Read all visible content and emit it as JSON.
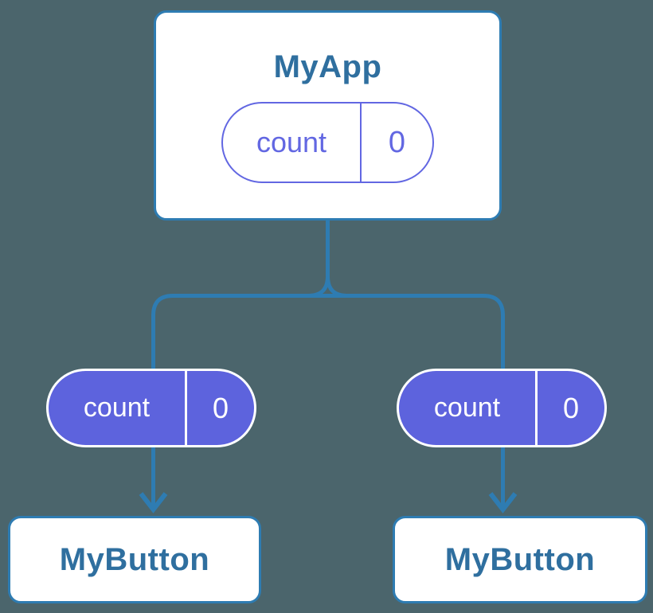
{
  "colors": {
    "bg": "#4b656c",
    "line": "#2e7cb2",
    "node-bg": "#ffffff",
    "heading": "#2f6f9f",
    "purple": "#6267e2",
    "pill-fill": "#5d63dd",
    "pill-light-text": "#ffffff"
  },
  "diagram": {
    "root": {
      "title": "MyApp",
      "state": {
        "name": "count",
        "value": "0"
      }
    },
    "children": [
      {
        "title": "MyButton",
        "prop": {
          "name": "count",
          "value": "0"
        }
      },
      {
        "title": "MyButton",
        "prop": {
          "name": "count",
          "value": "0"
        }
      }
    ]
  }
}
